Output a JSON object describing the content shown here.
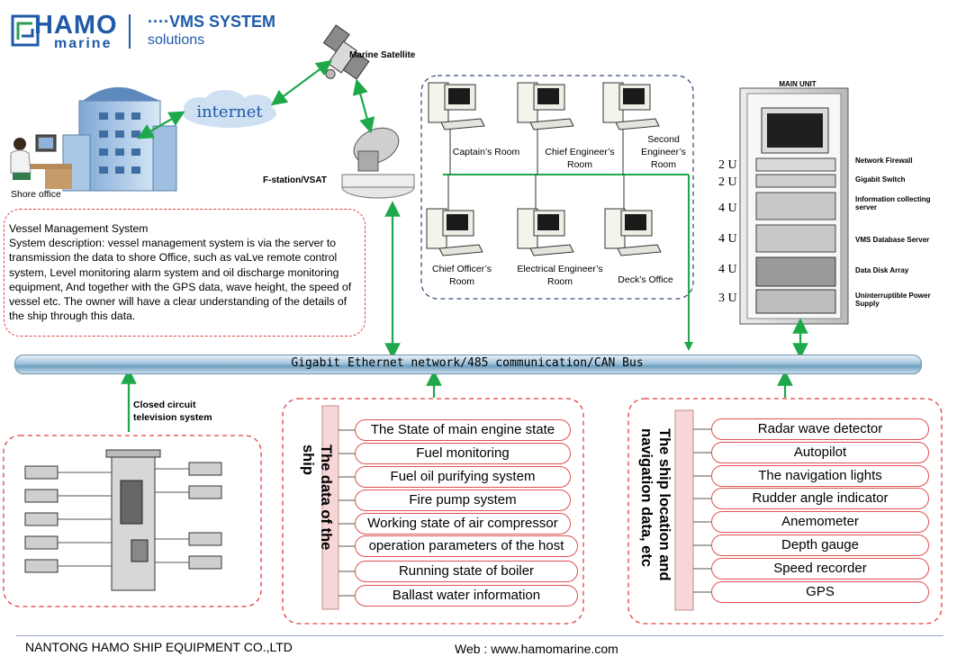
{
  "brand": {
    "logo_main": "HAMO",
    "logo_sub": "marine",
    "title_line1": "····VMS SYSTEM",
    "title_line2": "solutions"
  },
  "nodes": {
    "satellite": "Marine Satellite",
    "internet": "internet",
    "shore_office": "Shore office",
    "fstation": "F-station/VSAT",
    "cctv": "Closed circuit television system"
  },
  "rooms": [
    "Captain’s Room",
    "Chief Engineer’s Room",
    "Second Engineer’s Room",
    "Chief Officer’s Room",
    "Electrical Engineer’s Room",
    "Deck’s Office"
  ],
  "main_unit": {
    "title": "MAIN UNIT",
    "items": [
      {
        "u": "2 U",
        "label": "Network Firewall"
      },
      {
        "u": "2 U",
        "label": "Gigabit Switch"
      },
      {
        "u": "4 U",
        "label": "Information collecting server"
      },
      {
        "u": "4 U",
        "label": "VMS Database Server"
      },
      {
        "u": "4 U",
        "label": "Data Disk Array"
      },
      {
        "u": "3 U",
        "label": "Uninterruptible Power Supply"
      }
    ]
  },
  "description": {
    "heading": "Vessel Management System",
    "body": "System description: vessel management system is via the  server to transmission the data to shore Office, such as vaLve remote control system, Level monitoring alarm system and oil discharge monitoring equipment, And together with the GPS data, wave height, the speed of vessel etc. The owner will  have a clear understanding of the details of the ship through this data."
  },
  "bus_label": "Gigabit Ethernet network/485 communication/CAN Bus",
  "ship_data": {
    "title": "The data of the ship",
    "items": [
      "The State of main engine state",
      "Fuel monitoring",
      "Fuel oil purifying system",
      "Fire pump system",
      "Working state of air compressor",
      "operation parameters of the host",
      "Running state of boiler",
      "Ballast water information"
    ]
  },
  "navigation": {
    "title": "The ship location and navigation data, etc",
    "items": [
      "Radar wave detector",
      "Autopilot",
      "The navigation lights",
      "Rudder angle indicator",
      "Anemometer",
      "Depth gauge",
      "Speed recorder",
      "GPS"
    ]
  },
  "footer": {
    "company": "NANTONG HAMO SHIP EQUIPMENT CO.,LTD",
    "website": "Web : www.hamomarine.com"
  },
  "colors": {
    "brand_blue": "#1f5aa8",
    "arrow_green": "#1ea84a",
    "dash_red": "#e04040",
    "dash_blue": "#3b4f80"
  }
}
